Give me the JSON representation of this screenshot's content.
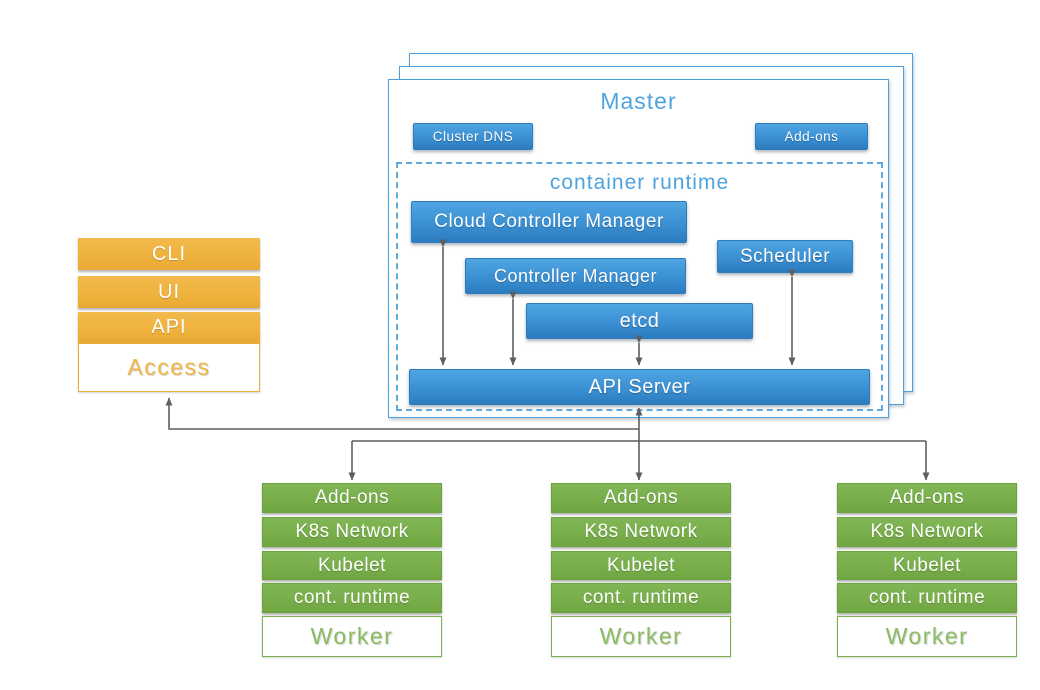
{
  "access": {
    "items": [
      "CLI",
      "UI",
      "API"
    ],
    "label": "Access"
  },
  "master": {
    "label": "Master",
    "cluster_dns": "Cluster DNS",
    "addons": "Add-ons",
    "runtime_label": "container runtime",
    "cloud_controller_manager": "Cloud Controller Manager",
    "controller_manager": "Controller Manager",
    "scheduler": "Scheduler",
    "etcd": "etcd",
    "api_server": "API Server"
  },
  "workers": [
    {
      "items": [
        "Add-ons",
        "K8s Network",
        "Kubelet",
        "cont. runtime"
      ],
      "label": "Worker"
    },
    {
      "items": [
        "Add-ons",
        "K8s Network",
        "Kubelet",
        "cont. runtime"
      ],
      "label": "Worker"
    },
    {
      "items": [
        "Add-ons",
        "K8s Network",
        "Kubelet",
        "cont. runtime"
      ],
      "label": "Worker"
    }
  ],
  "colors": {
    "blue_box": "#3B90D3",
    "blue_text": "#4FA3DE",
    "orange": "#F0B440",
    "green": "#7BB04D",
    "wire_gray": "#5E5F61"
  }
}
